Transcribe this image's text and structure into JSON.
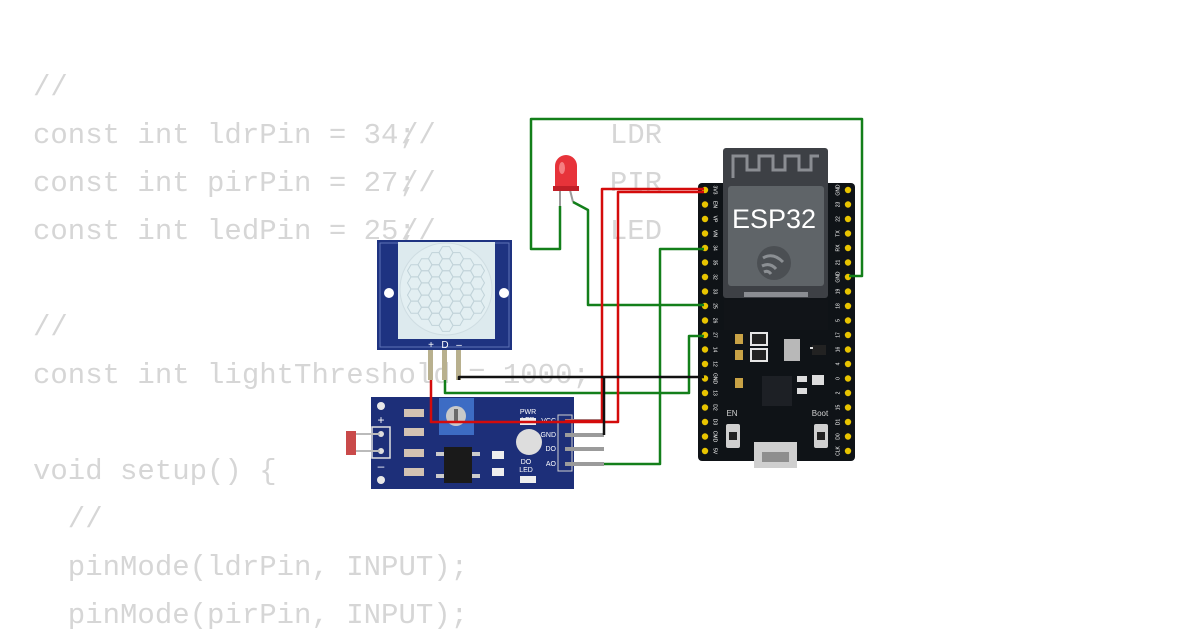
{
  "code": {
    "lines": [
      {
        "text": "//"
      },
      {
        "text": "const int ldrPin = 34;",
        "comment": "//          LDR"
      },
      {
        "text": "const int pirPin = 27;",
        "comment": "//          PIR"
      },
      {
        "text": "const int ledPin = 25;",
        "comment": "//          LED"
      },
      {
        "text": ""
      },
      {
        "text": "//"
      },
      {
        "text": "const int lightThreshold = 1000;"
      },
      {
        "text": ""
      },
      {
        "text": "void setup() {"
      },
      {
        "text": "  //"
      },
      {
        "text": "  pinMode(ldrPin, INPUT);"
      },
      {
        "text": "  pinMode(pirPin, INPUT);"
      }
    ]
  },
  "esp32": {
    "label": "ESP32",
    "left_pins": [
      "3V3",
      "EN",
      "VP",
      "VN",
      "34",
      "35",
      "32",
      "33",
      "25",
      "26",
      "27",
      "14",
      "12",
      "GND",
      "13",
      "D2",
      "D3",
      "CMD",
      "5V"
    ],
    "right_pins": [
      "GND",
      "23",
      "22",
      "TX",
      "RX",
      "21",
      "GND",
      "19",
      "18",
      "5",
      "17",
      "16",
      "4",
      "0",
      "2",
      "15",
      "D1",
      "D0",
      "CLK"
    ],
    "button_en": "EN",
    "button_boot": "Boot"
  },
  "pir": {
    "pins": [
      "+",
      "D",
      "–"
    ]
  },
  "ldr": {
    "plus": "+",
    "minus": "–",
    "pwr_led": "PWR\nLED",
    "do_led": "DO\nLED",
    "pins": [
      "VCC",
      "GND",
      "DO",
      "AO"
    ]
  },
  "colors": {
    "wire_green": "#137f1a",
    "wire_red": "#d40b0b",
    "wire_black": "#111111",
    "board": "#101418",
    "module_blue": "#1d2f79"
  }
}
